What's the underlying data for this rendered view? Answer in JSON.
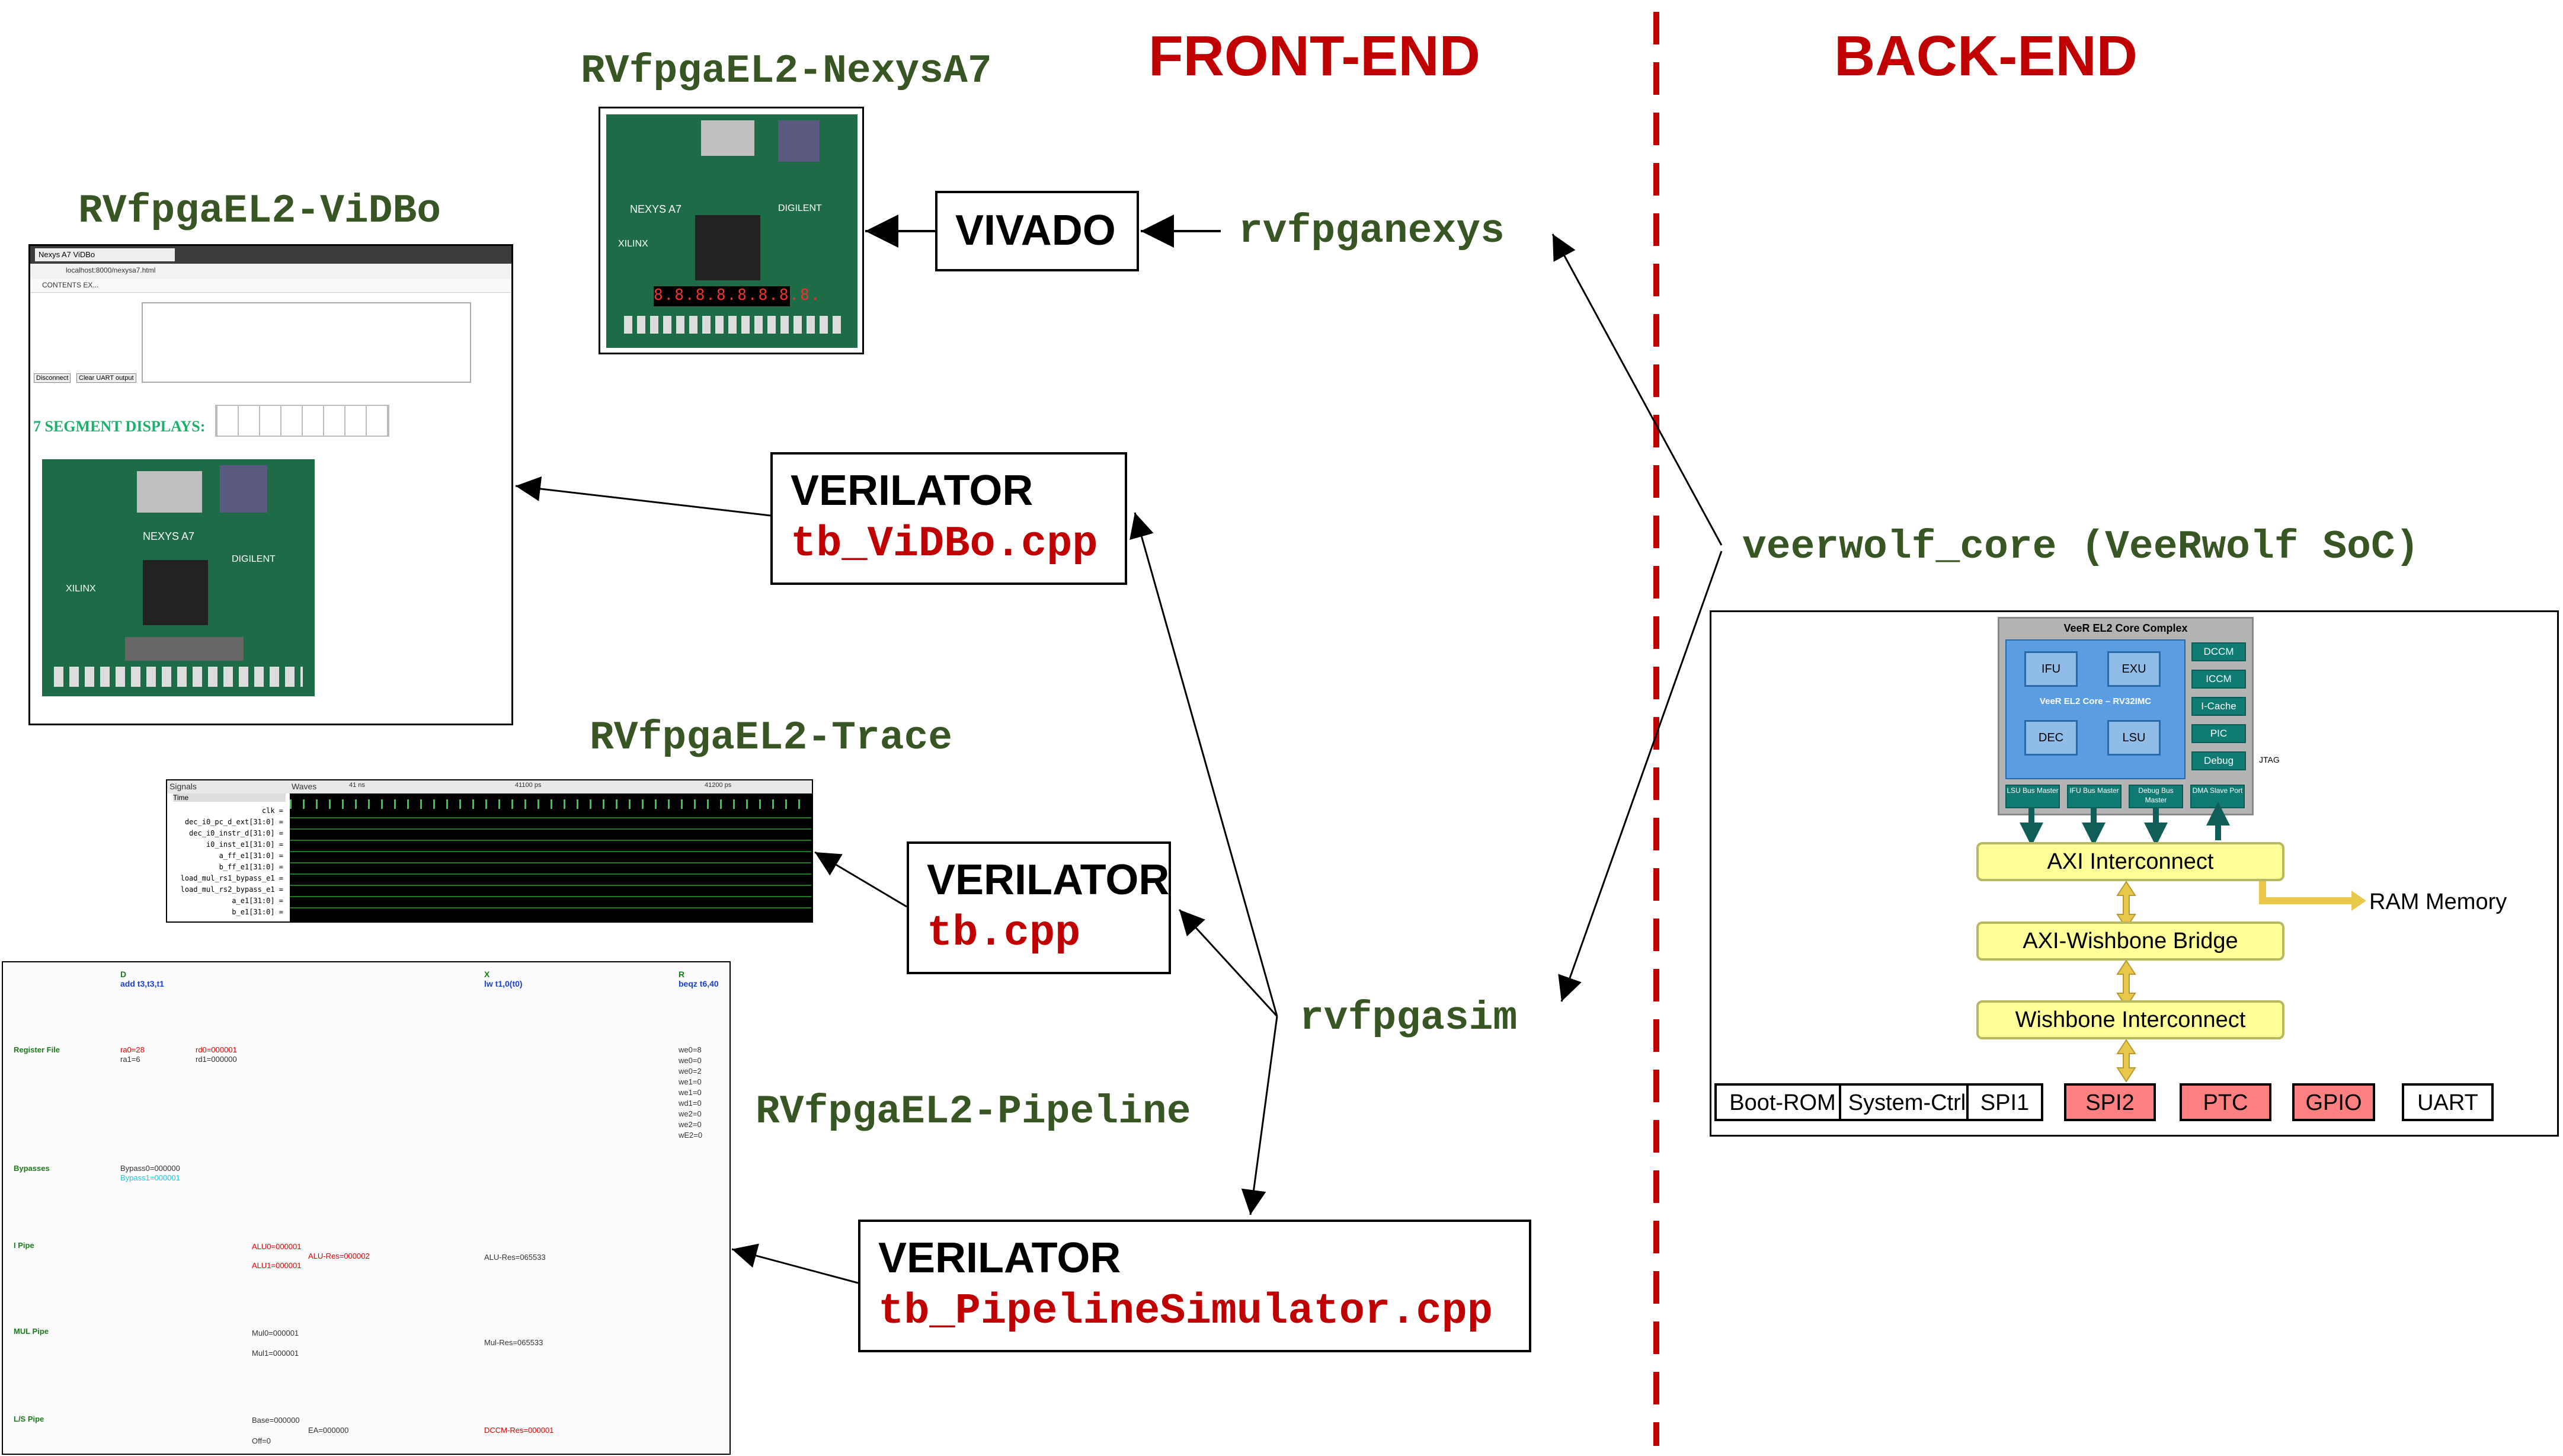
{
  "headings": {
    "front_end": "FRONT-END",
    "back_end": "BACK-END"
  },
  "labels": {
    "nexys": "RVfpgaEL2-NexysA7",
    "vidbo": "RVfpgaEL2-ViDBo",
    "trace": "RVfpgaEL2-Trace",
    "pipeline": "RVfpgaEL2-Pipeline",
    "rvfpganexys": "rvfpganexys",
    "rvfpgasim": "rvfpgasim",
    "veerwolf": "veerwolf_core (VeeRwolf SoC)"
  },
  "boxes": {
    "vivado": "VIVADO",
    "verilator1": "VERILATOR",
    "verilator1_file": "tb_ViDBo.cpp",
    "verilator2": "VERILATOR",
    "verilator2_file": "tb.cpp",
    "verilator3": "VERILATOR",
    "verilator3_file": "tb_PipelineSimulator.cpp"
  },
  "vidbo_window": {
    "tab": "Nexys A7 ViDBo",
    "url": "localhost:8000/nexysa7.html",
    "bookmark": "CONTENTS EX...",
    "disconnect_button": "Disconnect",
    "clear_button": "Clear UART output",
    "seven_seg_label": "7 SEGMENT DISPLAYS:"
  },
  "board": {
    "name": "NEXYS A7",
    "brand1": "XILINX",
    "brand2": "DIGILENT"
  },
  "trace_window": {
    "signals_header": "Signals",
    "waves_header": "Waves",
    "time_label": "Time",
    "signals": [
      "clk =",
      "dec_i0_pc_d_ext[31:0] =",
      "dec_i0_instr_d[31:0] =",
      "i0_inst_e1[31:0] =",
      "a_ff_e1[31:0] =",
      "b_ff_e1[31:0] =",
      "load_mul_rs1_bypass_e1 =",
      "load_mul_rs2_bypass_e1 =",
      "a_e1[31:0] =",
      "b_e1[31:0] ="
    ],
    "time_marks": [
      "41 ns",
      "41100 ps",
      "41200 ps"
    ]
  },
  "pipeline_window": {
    "col_d": "D",
    "col_d_instr": "add t3,t3,t1",
    "col_x": "X",
    "col_x_instr": "lw t1,0(t0)",
    "col_r": "R",
    "col_r_instr": "beqz t6,40",
    "register_file": "Register File",
    "rs": [
      "ra0=28",
      "ra1=6"
    ],
    "rd": [
      "rd0=000001",
      "rd1=000000"
    ],
    "we": [
      "we0=8",
      "we0=0",
      "we0=2",
      "we1=0",
      "we1=0",
      "wd1=0",
      "we2=0",
      "we2=0",
      "wE2=0"
    ],
    "bypasses": "Bypasses",
    "bypass0": "Bypass0=000000",
    "bypass1": "Bypass1=000001",
    "i_pipe": "I Pipe",
    "alu0": "ALU0=000001",
    "alu1": "ALU1=000001",
    "alu_res_red": "ALU-Res=000002",
    "alu_res": "ALU-Res=065533",
    "mul_pipe": "MUL Pipe",
    "mul0": "Mul0=000001",
    "mul1": "Mul1=000001",
    "mul_res": "Mul-Res=065533",
    "ls_pipe": "L/S Pipe",
    "base": "Base=000000",
    "offs": "Off=0",
    "ea": "EA=000000",
    "dccm_res": "DCCM-Res=000001"
  },
  "soc": {
    "core_complex": "VeeR EL2 Core Complex",
    "core_name": "VeeR EL2 Core – RV32IMC",
    "units": [
      "IFU",
      "EXU",
      "DEC",
      "LSU"
    ],
    "side": [
      "DCCM",
      "ICCM",
      "I-Cache",
      "PIC",
      "Debug"
    ],
    "jtag": "JTAG",
    "masters": [
      "LSU Bus Master",
      "IFU Bus Master",
      "Debug Bus Master",
      "DMA Slave Port"
    ],
    "axi": "AXI Interconnect",
    "ram": "RAM Memory",
    "bridge": "AXI-Wishbone Bridge",
    "wishbone": "Wishbone Interconnect",
    "peripherals": [
      {
        "name": "Boot-ROM",
        "color": "#ffffff"
      },
      {
        "name": "System-Ctrl",
        "color": "#ffffff"
      },
      {
        "name": "SPI1",
        "color": "#ffffff"
      },
      {
        "name": "SPI2",
        "color": "#ff8080"
      },
      {
        "name": "PTC",
        "color": "#ff8080"
      },
      {
        "name": "GPIO",
        "color": "#ff8080"
      },
      {
        "name": "UART",
        "color": "#ffffff"
      }
    ]
  },
  "colors": {
    "heading_red": "#c00000",
    "label_green": "#375623",
    "divider_red": "#c00000"
  }
}
